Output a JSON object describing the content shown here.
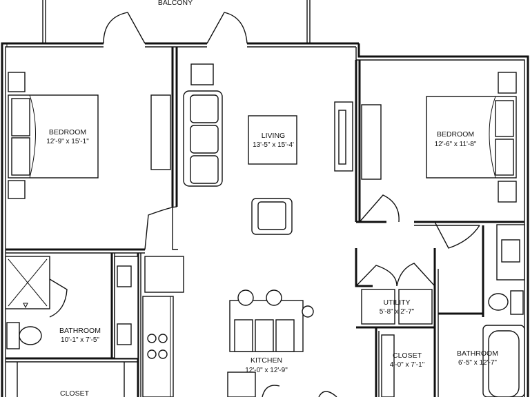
{
  "floor_plan": {
    "rooms": {
      "balcony": {
        "name": "BALCONY"
      },
      "bedroom_left": {
        "name": "BEDROOM",
        "dims": "12'-9\" x 15'-1\""
      },
      "living": {
        "name": "LIVING",
        "dims": "13'-5\" x 15'-4'"
      },
      "bedroom_right": {
        "name": "BEDROOM",
        "dims": "12'-6\" x 11'-8\""
      },
      "utility": {
        "name": "UTILITY",
        "dims": "5'-8\" x 2'-7\""
      },
      "bathroom_left": {
        "name": "BATHROOM",
        "dims": "10'-1\" x 7'-5\""
      },
      "kitchen": {
        "name": "KITCHEN",
        "dims": "12'-0\" x 12'-9\""
      },
      "closet_right": {
        "name": "CLOSET",
        "dims": "4'-0\" x 7'-1\""
      },
      "bathroom_right": {
        "name": "BATHROOM",
        "dims": "6'-5\" x 12'-7\""
      },
      "closet_left": {
        "name": "CLOSET"
      }
    }
  }
}
